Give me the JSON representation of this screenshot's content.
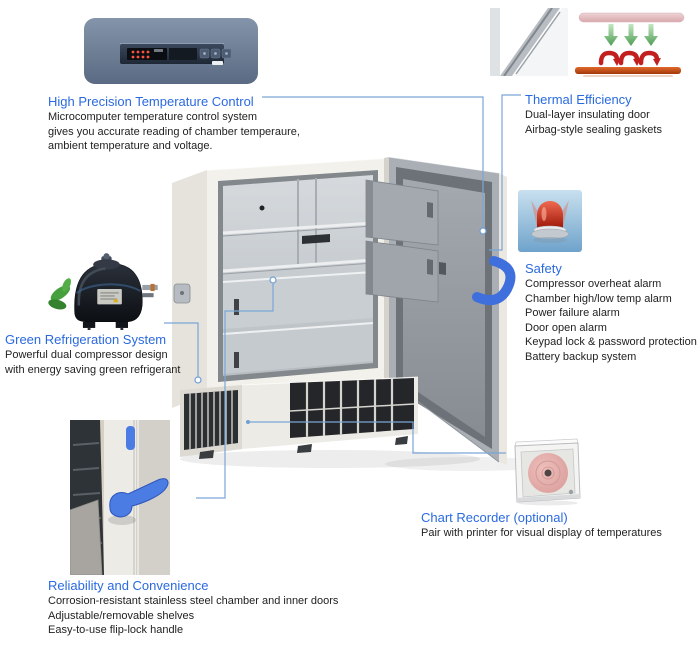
{
  "colors": {
    "heading_blue": "#2a6ae0",
    "body_text": "#222222",
    "connector_blue": "#7aa6d6",
    "handle_blue": "#3e6fdd",
    "alarm_red": "#b52012"
  },
  "features": {
    "temp_control": {
      "title": "High Precision Temperature Control",
      "lines": [
        "Microcomputer temperature control system",
        "gives you accurate reading of chamber temperaure,",
        "ambient temperature and voltage."
      ]
    },
    "thermal": {
      "title": "Thermal Efficiency",
      "lines": [
        "Dual-layer insulating door",
        "Airbag-style sealing gaskets"
      ]
    },
    "safety": {
      "title": "Safety",
      "lines": [
        "Compressor overheat alarm",
        "Chamber high/low temp alarm",
        "Power failure alarm",
        "Door open alarm",
        "Keypad lock & password protection",
        "Battery backup system"
      ]
    },
    "green": {
      "title": "Green Refrigeration System",
      "lines": [
        "Powerful dual compressor design",
        "with energy saving green refrigerant"
      ]
    },
    "reliability": {
      "title": "Reliability and Convenience",
      "lines": [
        "Corrosion-resistant stainless steel chamber and inner doors",
        "Adjustable/removable shelves",
        "Easy-to-use flip-lock handle"
      ]
    },
    "chart_recorder": {
      "title": "Chart Recorder (optional)",
      "lines": [
        "Pair with printer for visual display of temperatures"
      ]
    }
  },
  "icons": {
    "control_panel": "temperature-control-panel-photo",
    "door_corner": "insulated-door-corner-photo",
    "heat_diagram": "heat-insulation-diagram",
    "alarm": "alarm-beacon-icon",
    "compressor": "green-compressor-photo",
    "handle": "flip-lock-handle-photo",
    "recorder": "chart-recorder-photo",
    "freezer": "ult-freezer-illustration"
  }
}
